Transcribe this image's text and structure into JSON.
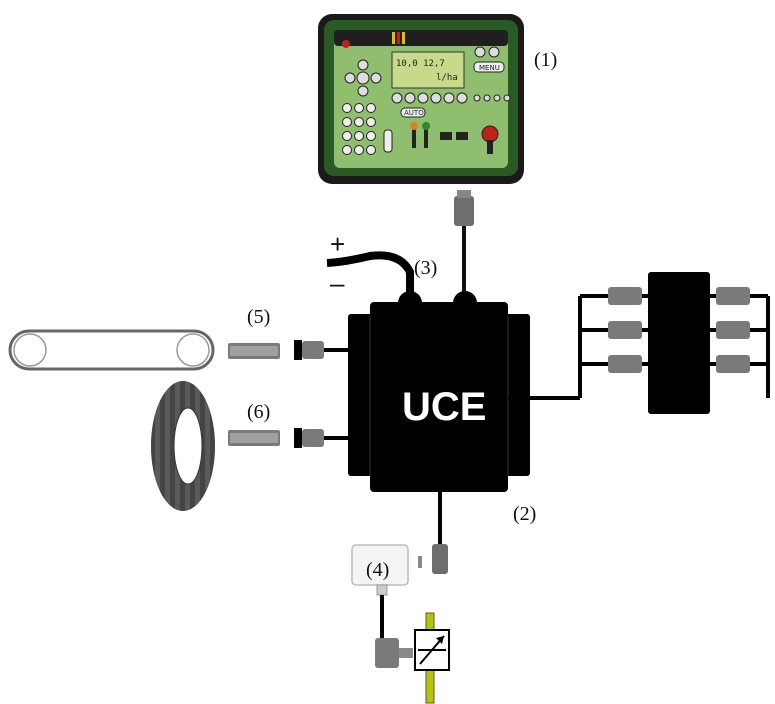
{
  "labels": {
    "console": "(1)",
    "uce_output": "(2)",
    "power_cable": "(3)",
    "junction_box": "(4)",
    "belt_sensor": "(5)",
    "wheel_sensor": "(6)"
  },
  "uce_box": "UCE",
  "power": {
    "plus": "+",
    "minus": "–"
  },
  "console": {
    "lcd_line1": "10,0 12,7",
    "lcd_line2": "l/ha",
    "key_menu": "MENU",
    "key_auto": "AUTO"
  },
  "colors": {
    "console_frame": "#2a5a24",
    "console_panel": "#8fbf6e",
    "lcd": "#c9d98a",
    "uce": "#000000",
    "connector": "#7a7a7a",
    "valve_rail": "#b9c400"
  },
  "icons": [
    "wrench-icon",
    "flow-regulator-icon",
    "belt-icon",
    "tire-icon"
  ]
}
